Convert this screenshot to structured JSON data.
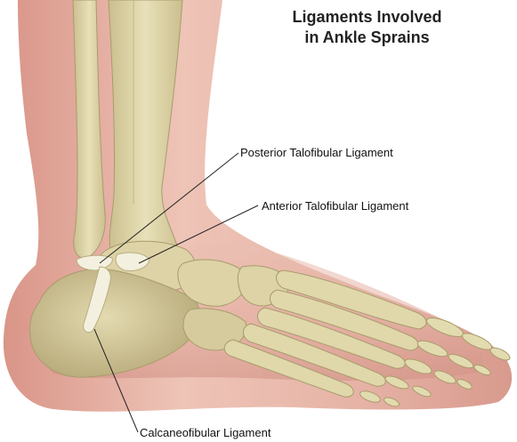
{
  "title": {
    "line1": "Ligaments Involved",
    "line2": "in Ankle Sprains"
  },
  "labels": {
    "posterior": "Posterior Talofibular Ligament",
    "anterior": "Anterior Talofibular Ligament",
    "calcaneofibular": "Calcaneofibular Ligament"
  },
  "colors": {
    "skin": "#e0a89c",
    "skin_light": "#eec3b6",
    "bone": "#dcd3a8",
    "bone_shadow": "#b9ad7f",
    "ligament": "#f3f0df",
    "leader": "#222222"
  }
}
